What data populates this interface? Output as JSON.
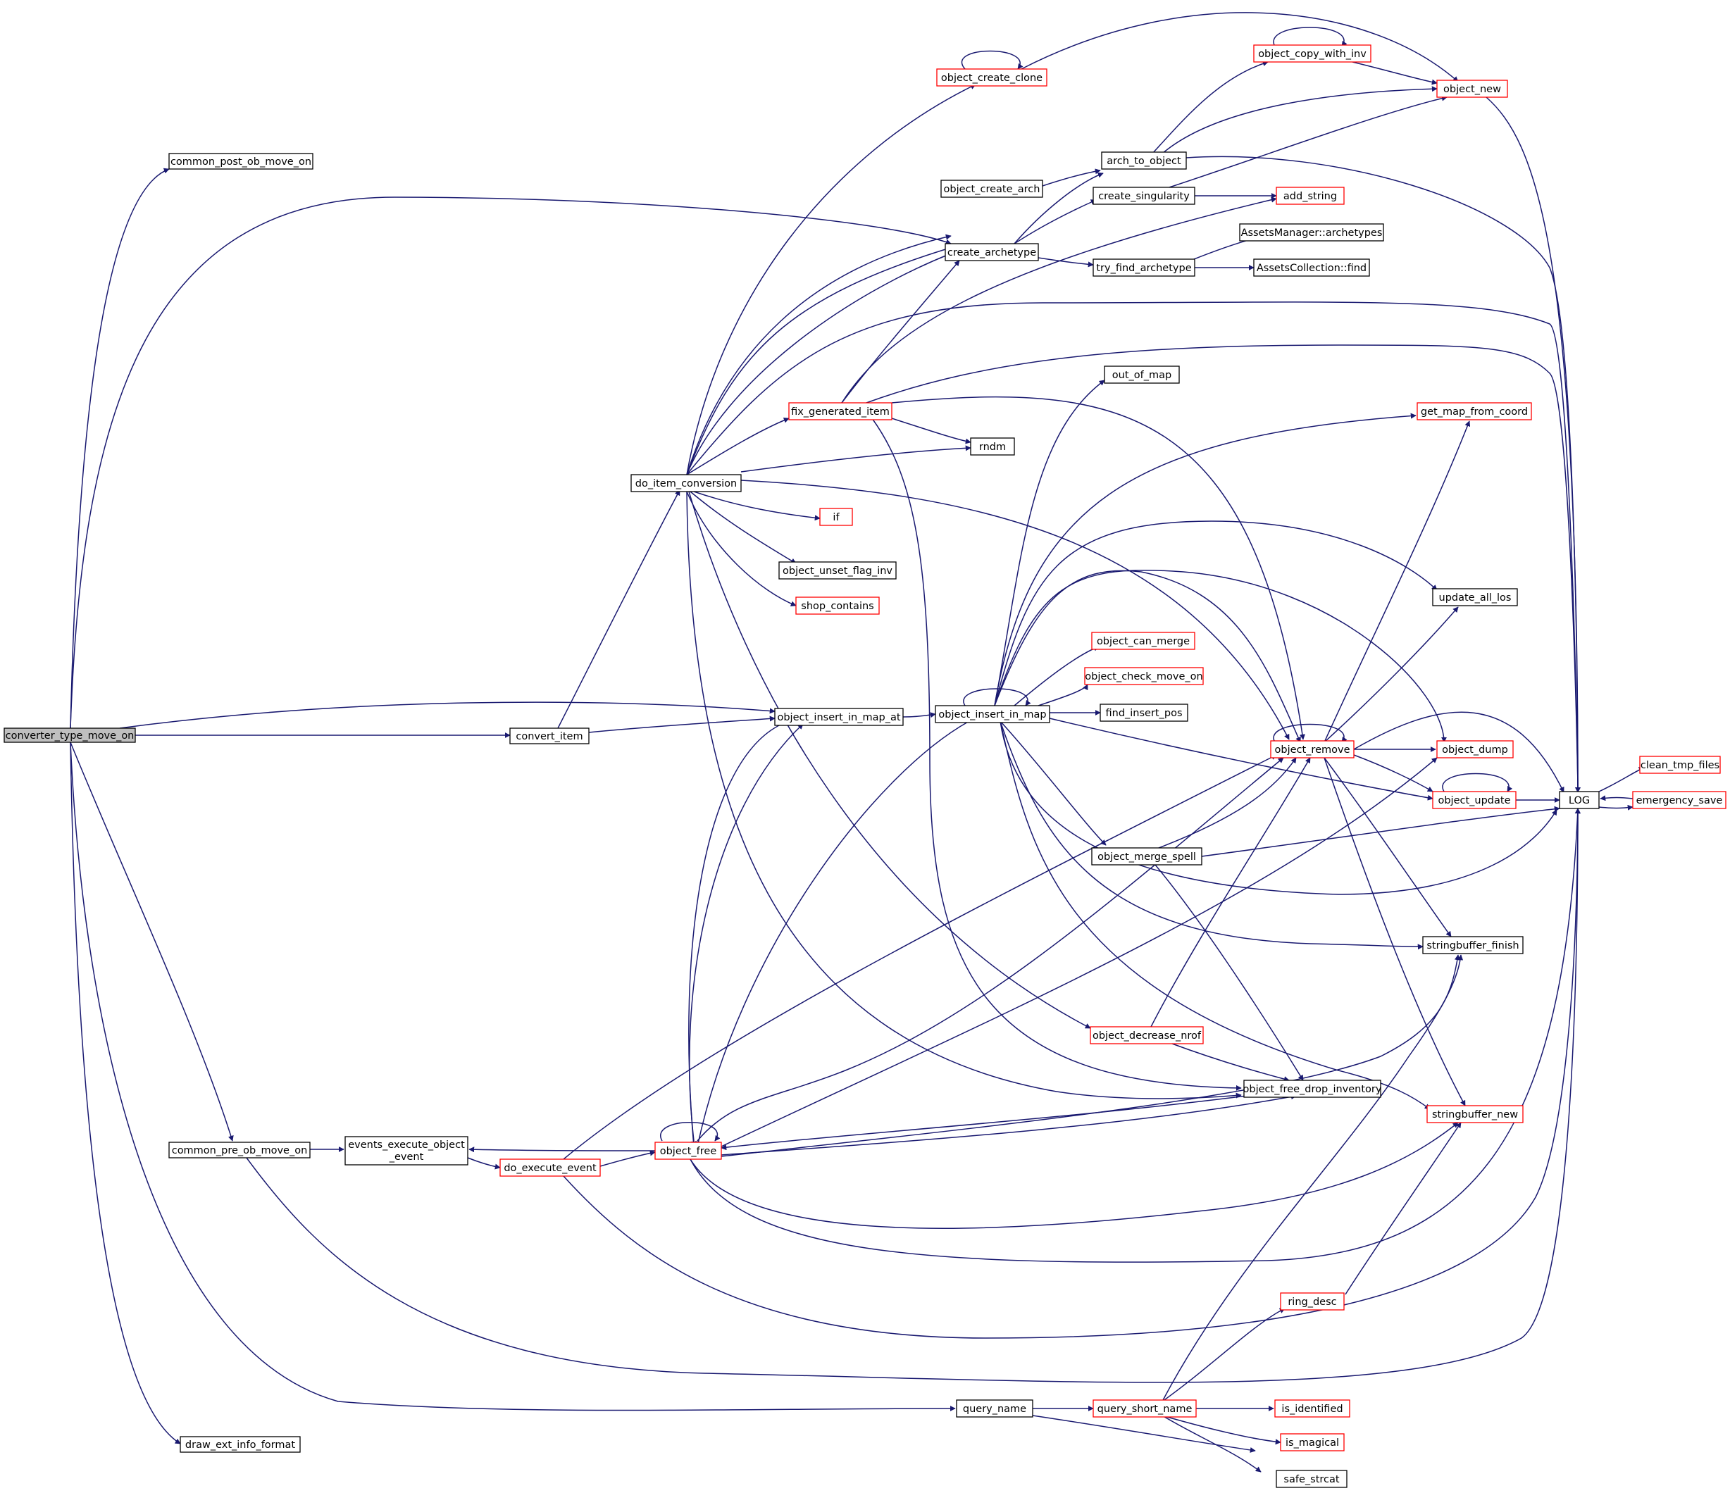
{
  "colors": {
    "edge": "#191970",
    "box_black": "#000000",
    "box_red": "#ff0000",
    "root_fill": "#bfbfbf",
    "fill": "#ffffff"
  },
  "root": "n_root",
  "nodes": {
    "n_root": {
      "label": "converter_type_move_on",
      "style": "root"
    },
    "n_post": {
      "label": "common_post_ob_move_on",
      "style": "black"
    },
    "n_pre": {
      "label": "common_pre_ob_move_on",
      "style": "black"
    },
    "n_draw": {
      "label": "draw_ext_info_format",
      "style": "black"
    },
    "n_convert": {
      "label": "convert_item",
      "style": "black"
    },
    "n_doconv": {
      "label": "do_item_conversion",
      "style": "black"
    },
    "n_insertat": {
      "label": "object_insert_in_map_at",
      "style": "black"
    },
    "n_insert": {
      "label": "object_insert_in_map",
      "style": "black"
    },
    "n_events": {
      "label": "events_execute_object",
      "label2": "_event",
      "style": "black"
    },
    "n_doexec": {
      "label": "do_execute_event",
      "style": "red"
    },
    "n_free": {
      "label": "object_free",
      "style": "red"
    },
    "n_query": {
      "label": "query_name",
      "style": "black"
    },
    "n_qshort": {
      "label": "query_short_name",
      "style": "red"
    },
    "n_clone": {
      "label": "object_create_clone",
      "style": "red"
    },
    "n_carch": {
      "label": "object_create_arch",
      "style": "black"
    },
    "n_create": {
      "label": "create_archetype",
      "style": "black"
    },
    "n_fixgen": {
      "label": "fix_generated_item",
      "style": "red"
    },
    "n_rndm": {
      "label": "rndm",
      "style": "black"
    },
    "n_if": {
      "label": "if",
      "style": "red"
    },
    "n_unset": {
      "label": "object_unset_flag_inv",
      "style": "black"
    },
    "n_shop": {
      "label": "shop_contains",
      "style": "red"
    },
    "n_copyinv": {
      "label": "object_copy_with_inv",
      "style": "red"
    },
    "n_new": {
      "label": "object_new",
      "style": "red"
    },
    "n_arch2obj": {
      "label": "arch_to_object",
      "style": "black"
    },
    "n_single": {
      "label": "create_singularity",
      "style": "black"
    },
    "n_addstr": {
      "label": "add_string",
      "style": "red"
    },
    "n_assetsarch": {
      "label": "AssetsManager::archetypes",
      "style": "black"
    },
    "n_tryfind": {
      "label": "try_find_archetype",
      "style": "black"
    },
    "n_assetsfind": {
      "label": "AssetsCollection::find",
      "style": "black"
    },
    "n_outmap": {
      "label": "out_of_map",
      "style": "black"
    },
    "n_getmap": {
      "label": "get_map_from_coord",
      "style": "red"
    },
    "n_updlos": {
      "label": "update_all_los",
      "style": "black"
    },
    "n_canmerge": {
      "label": "object_can_merge",
      "style": "red"
    },
    "n_checkmove": {
      "label": "object_check_move_on",
      "style": "red"
    },
    "n_findpos": {
      "label": "find_insert_pos",
      "style": "black"
    },
    "n_remove": {
      "label": "object_remove",
      "style": "red"
    },
    "n_dump": {
      "label": "object_dump",
      "style": "red"
    },
    "n_update": {
      "label": "object_update",
      "style": "red"
    },
    "n_log": {
      "label": "LOG",
      "style": "black"
    },
    "n_cleantmp": {
      "label": "clean_tmp_files",
      "style": "red"
    },
    "n_emerg": {
      "label": "emergency_save",
      "style": "red"
    },
    "n_mergesp": {
      "label": "object_merge_spell",
      "style": "black"
    },
    "n_sbfinish": {
      "label": "stringbuffer_finish",
      "style": "black"
    },
    "n_decnrof": {
      "label": "object_decrease_nrof",
      "style": "red"
    },
    "n_freedrop": {
      "label": "object_free_drop_inventory",
      "style": "black"
    },
    "n_sbnew": {
      "label": "stringbuffer_new",
      "style": "red"
    },
    "n_ring": {
      "label": "ring_desc",
      "style": "red"
    },
    "n_isid": {
      "label": "is_identified",
      "style": "red"
    },
    "n_ismag": {
      "label": "is_magical",
      "style": "red"
    },
    "n_safecat": {
      "label": "safe_strcat",
      "style": "black"
    }
  }
}
